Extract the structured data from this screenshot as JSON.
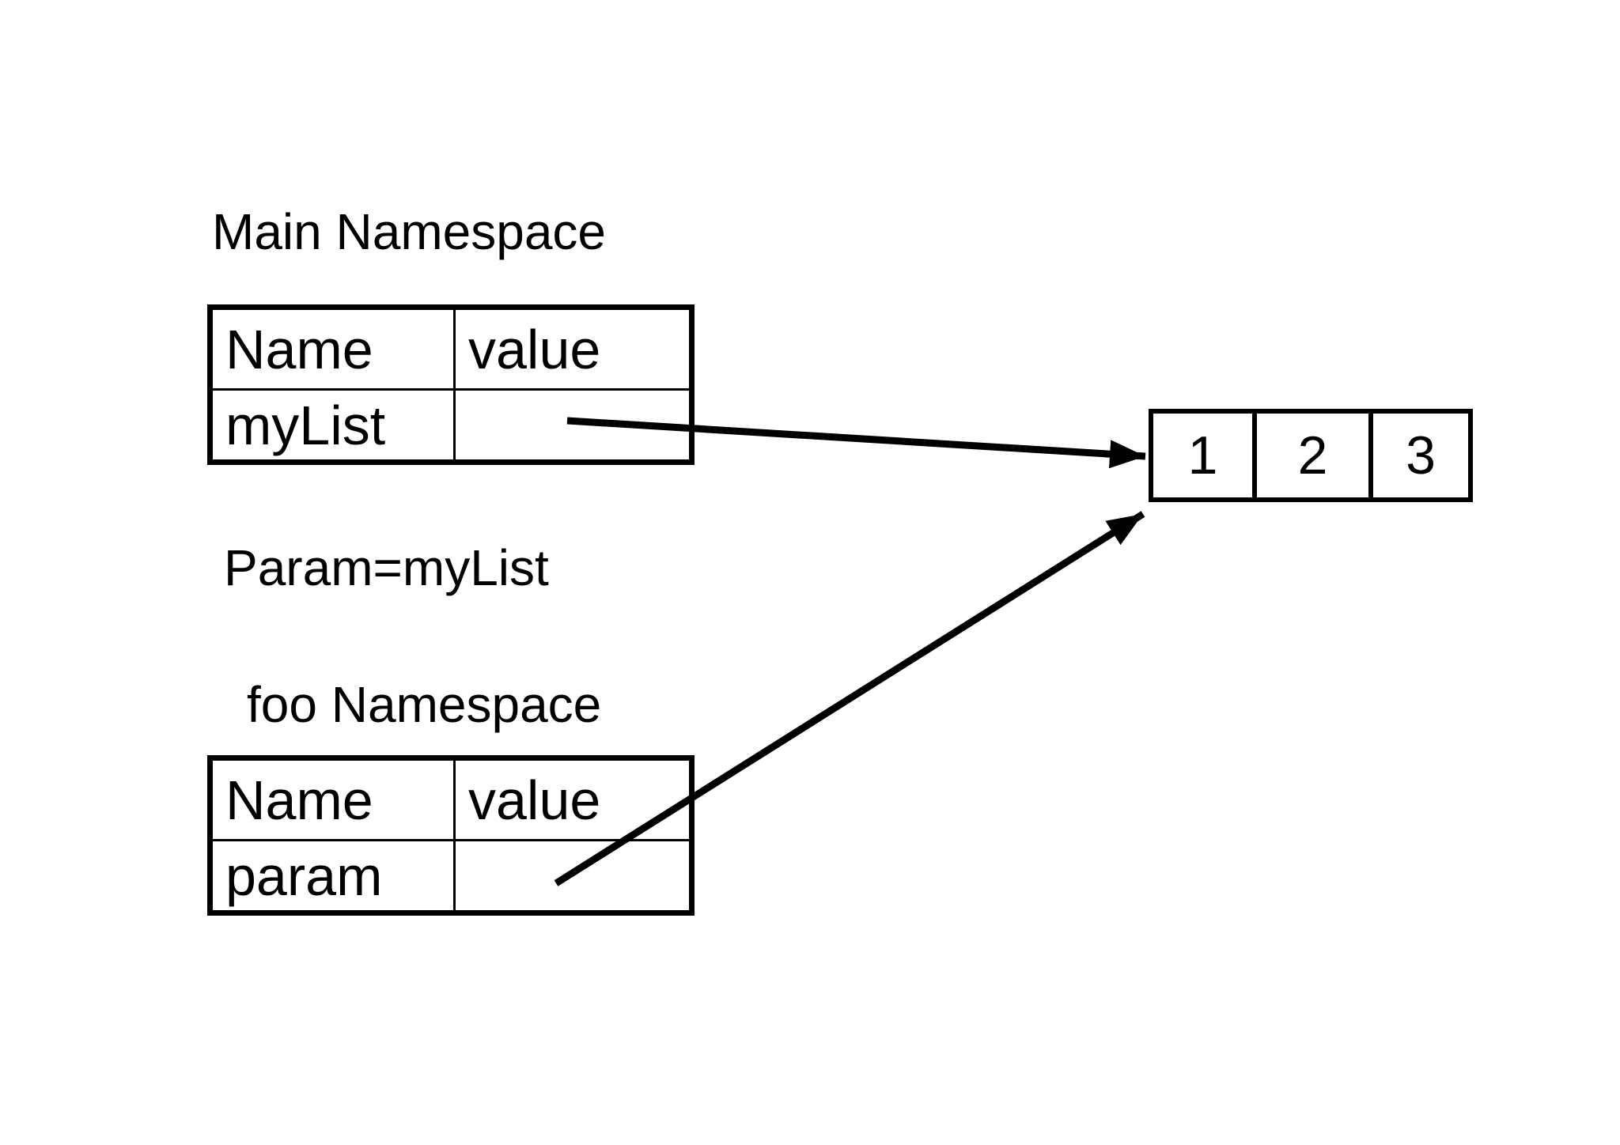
{
  "page": {
    "background_color": "#ffffff",
    "ink_color": "#000000"
  },
  "main_namespace": {
    "title": "Main Namespace",
    "table": {
      "headers": [
        "Name",
        "value"
      ],
      "rows": [
        {
          "name": "myList",
          "value": ""
        }
      ]
    }
  },
  "assignment": {
    "text": "Param=myList"
  },
  "foo_namespace": {
    "title": "foo Namespace",
    "table": {
      "headers": [
        "Name",
        "value"
      ],
      "rows": [
        {
          "name": "param",
          "value": ""
        }
      ]
    }
  },
  "list_object": {
    "items": [
      "1",
      "2",
      "3"
    ]
  },
  "arrows": [
    {
      "from": "myList",
      "to": "list_object"
    },
    {
      "from": "param",
      "to": "list_object"
    }
  ]
}
